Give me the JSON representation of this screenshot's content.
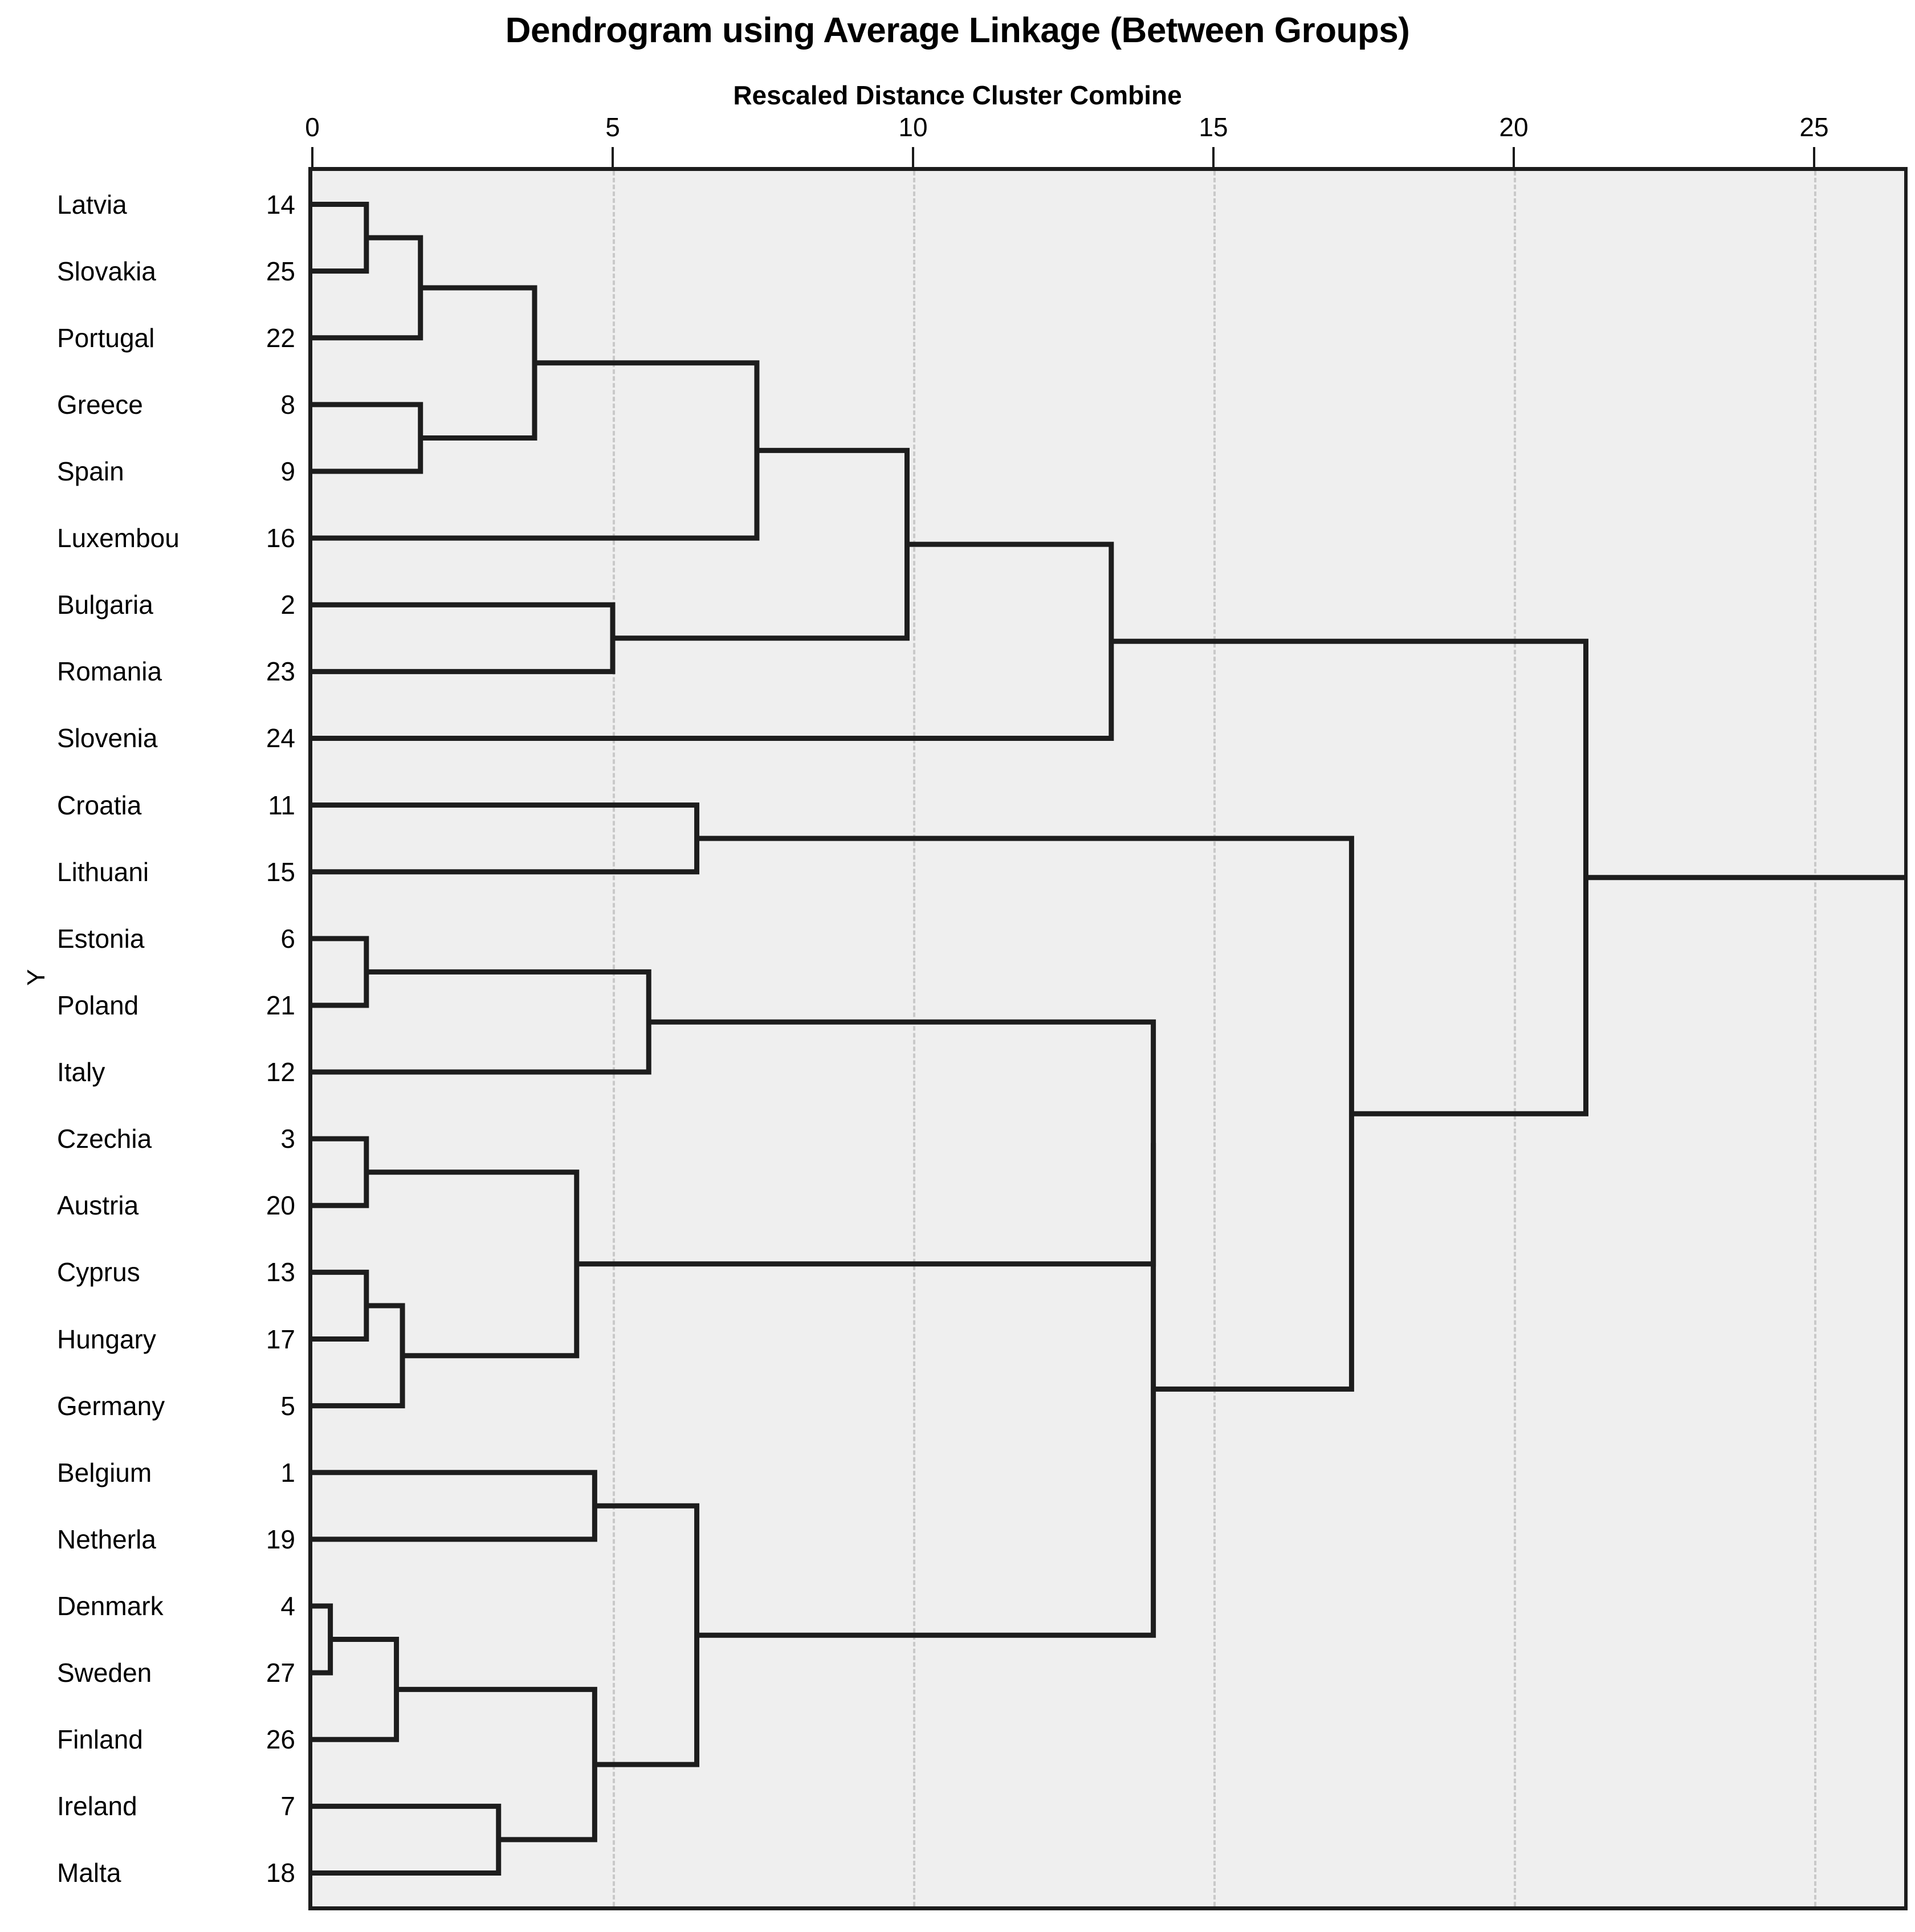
{
  "chart_data": {
    "type": "tree",
    "title": "Dendrogram using Average Linkage (Between Groups)",
    "subtitle": "Rescaled Distance Cluster Combine",
    "xlabel": "Rescaled Distance Cluster Combine",
    "ylabel": "Y",
    "xlim": [
      0,
      26.5
    ],
    "xticks": [
      0,
      5,
      10,
      15,
      20,
      25
    ],
    "xtick_labels": [
      "0",
      "5",
      "10",
      "15",
      "20",
      "25"
    ],
    "grid": "vertical-dashed-at-ticks",
    "legend": "none",
    "leaves": [
      {
        "label": "Latvia",
        "num": "14",
        "id": 14
      },
      {
        "label": "Slovakia",
        "num": "25",
        "id": 25
      },
      {
        "label": "Portugal",
        "num": "22",
        "id": 22
      },
      {
        "label": "Greece",
        "num": "8",
        "id": 8
      },
      {
        "label": "Spain",
        "num": "9",
        "id": 9
      },
      {
        "label": "Luxembou",
        "num": "16",
        "id": 16
      },
      {
        "label": "Bulgaria",
        "num": "2",
        "id": 2
      },
      {
        "label": "Romania",
        "num": "23",
        "id": 23
      },
      {
        "label": "Slovenia",
        "num": "24",
        "id": 24
      },
      {
        "label": "Croatia",
        "num": "11",
        "id": 11
      },
      {
        "label": "Lithuani",
        "num": "15",
        "id": 15
      },
      {
        "label": "Estonia",
        "num": "6",
        "id": 6
      },
      {
        "label": "Poland",
        "num": "21",
        "id": 21
      },
      {
        "label": "Italy",
        "num": "12",
        "id": 12
      },
      {
        "label": "Czechia",
        "num": "3",
        "id": 3
      },
      {
        "label": "Austria",
        "num": "20",
        "id": 20
      },
      {
        "label": "Cyprus",
        "num": "13",
        "id": 13
      },
      {
        "label": "Hungary",
        "num": "17",
        "id": 17
      },
      {
        "label": "Germany",
        "num": "5",
        "id": 5
      },
      {
        "label": "Belgium",
        "num": "1",
        "id": 1
      },
      {
        "label": "Netherla",
        "num": "19",
        "id": 19
      },
      {
        "label": "Denmark",
        "num": "4",
        "id": 4
      },
      {
        "label": "Sweden",
        "num": "27",
        "id": 27
      },
      {
        "label": "Finland",
        "num": "26",
        "id": 26
      },
      {
        "label": "Ireland",
        "num": "7",
        "id": 7
      },
      {
        "label": "Malta",
        "num": "18",
        "id": 18
      }
    ],
    "merges": [
      {
        "name": "m1",
        "left": {
          "leaf": 0
        },
        "right": {
          "leaf": 1
        },
        "distance": 0.9
      },
      {
        "name": "m2",
        "left": {
          "node": "m1"
        },
        "right": {
          "leaf": 2
        },
        "distance": 1.8
      },
      {
        "name": "m3",
        "left": {
          "leaf": 3
        },
        "right": {
          "leaf": 4
        },
        "distance": 1.8
      },
      {
        "name": "m4",
        "left": {
          "node": "m2"
        },
        "right": {
          "node": "m3"
        },
        "distance": 3.7
      },
      {
        "name": "m5",
        "left": {
          "node": "m4"
        },
        "right": {
          "leaf": 5
        },
        "distance": 7.4
      },
      {
        "name": "m6",
        "left": {
          "leaf": 6
        },
        "right": {
          "leaf": 7
        },
        "distance": 5.0
      },
      {
        "name": "m7",
        "left": {
          "node": "m5"
        },
        "right": {
          "node": "m6"
        },
        "distance": 9.9
      },
      {
        "name": "m8",
        "left": {
          "node": "m7"
        },
        "right": {
          "leaf": 8
        },
        "distance": 13.3
      },
      {
        "name": "m9",
        "left": {
          "leaf": 9
        },
        "right": {
          "leaf": 10
        },
        "distance": 6.4
      },
      {
        "name": "m10",
        "left": {
          "leaf": 11
        },
        "right": {
          "leaf": 12
        },
        "distance": 0.9
      },
      {
        "name": "m11",
        "left": {
          "node": "m10"
        },
        "right": {
          "leaf": 13
        },
        "distance": 5.6
      },
      {
        "name": "m12",
        "left": {
          "leaf": 14
        },
        "right": {
          "leaf": 15
        },
        "distance": 0.9
      },
      {
        "name": "m13",
        "left": {
          "leaf": 16
        },
        "right": {
          "leaf": 17
        },
        "distance": 0.9
      },
      {
        "name": "m14",
        "left": {
          "node": "m13"
        },
        "right": {
          "leaf": 18
        },
        "distance": 1.5
      },
      {
        "name": "m15",
        "left": {
          "node": "m12"
        },
        "right": {
          "node": "m14"
        },
        "distance": 4.4
      },
      {
        "name": "m16",
        "left": {
          "node": "m11"
        },
        "right": {
          "node": "m15"
        },
        "distance": 14.0
      },
      {
        "name": "m17",
        "left": {
          "leaf": 19
        },
        "right": {
          "leaf": 20
        },
        "distance": 4.7
      },
      {
        "name": "m18",
        "left": {
          "leaf": 21
        },
        "right": {
          "leaf": 22
        },
        "distance": 0.3
      },
      {
        "name": "m19",
        "left": {
          "node": "m18"
        },
        "right": {
          "leaf": 23
        },
        "distance": 1.4
      },
      {
        "name": "m20",
        "left": {
          "leaf": 24
        },
        "right": {
          "leaf": 25
        },
        "distance": 3.1
      },
      {
        "name": "m21",
        "left": {
          "node": "m19"
        },
        "right": {
          "node": "m20"
        },
        "distance": 4.7
      },
      {
        "name": "m22",
        "left": {
          "node": "m17"
        },
        "right": {
          "node": "m21"
        },
        "distance": 6.4
      },
      {
        "name": "m23",
        "left": {
          "node": "m16"
        },
        "right": {
          "node": "m22"
        },
        "distance": 14.0
      },
      {
        "name": "m24",
        "left": {
          "node": "m9"
        },
        "right": {
          "node": "m23"
        },
        "distance": 17.3
      },
      {
        "name": "m25",
        "left": {
          "node": "m8"
        },
        "right": {
          "node": "m24"
        },
        "distance": 21.2
      }
    ]
  },
  "colors": {
    "panel_background": "#efefef",
    "line": "#1d1d1d",
    "grid": "#c9c9c9",
    "page_background": "#ffffff",
    "text": "#000000"
  }
}
